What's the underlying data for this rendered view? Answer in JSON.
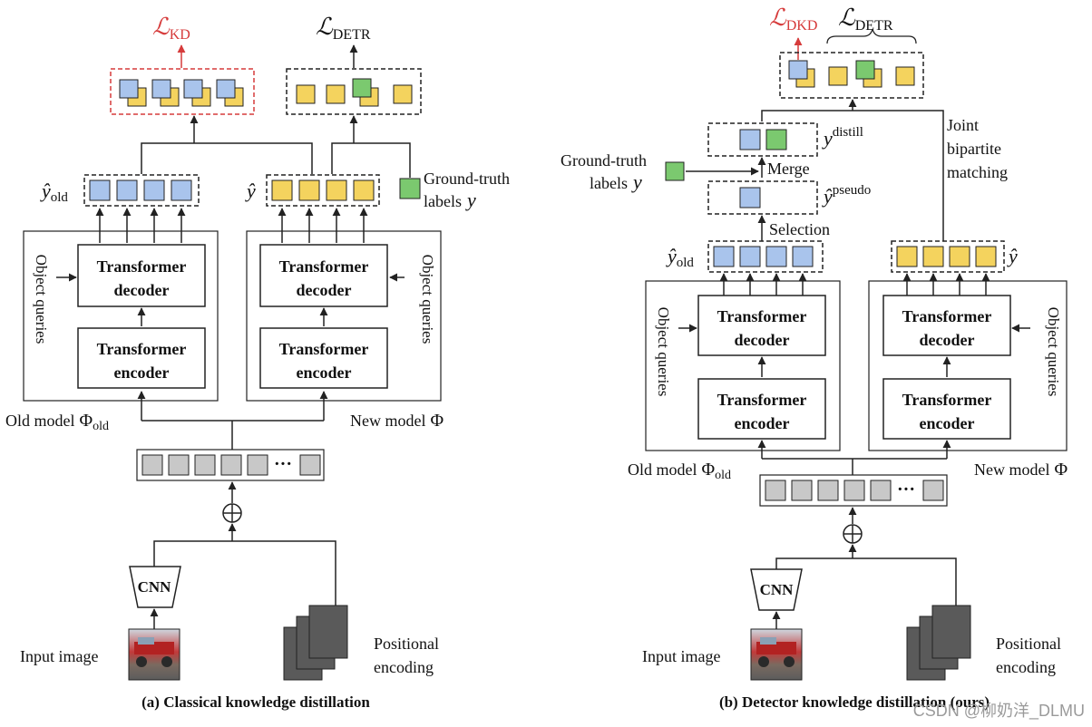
{
  "colors": {
    "blue": "#a9c4ec",
    "yellow": "#f4d35e",
    "green": "#7bc96f",
    "gray": "#c8c8c8",
    "dark_gray": "#5a5a5a",
    "red": "#d63b3b"
  },
  "left": {
    "loss_kd_main": "ℒ",
    "loss_kd_sub": "KD",
    "loss_detr_main": "ℒ",
    "loss_detr_sub": "DETR",
    "y_old_hat": "ŷ",
    "y_old_sub": "old",
    "y_hat": "ŷ",
    "ground_truth_line1": "Ground-truth",
    "ground_truth_line2": "labels",
    "ground_truth_y": "y",
    "object_queries": "Object queries",
    "decoder_line1": "Transformer",
    "decoder_line2": "decoder",
    "encoder_line1": "Transformer",
    "encoder_line2": "encoder",
    "old_model": "Old model",
    "old_model_phi": "Φ",
    "old_model_sub": "old",
    "new_model": "New model",
    "new_model_phi": "Φ",
    "dots": "···",
    "plus": "⊕",
    "cnn": "CNN",
    "input_image": "Input image",
    "positional_line1": "Positional",
    "positional_line2": "encoding",
    "caption": "(a) Classical knowledge distillation"
  },
  "right": {
    "loss_dkd_main": "ℒ",
    "loss_dkd_sub": "DKD",
    "loss_detr_main": "ℒ",
    "loss_detr_sub": "DETR",
    "y_distill": "y",
    "y_distill_sup": "distill",
    "merge": "Merge",
    "ground_truth_line1": "Ground-truth",
    "ground_truth_line2": "labels",
    "ground_truth_y": "y",
    "y_pseudo_hat": "ŷ",
    "y_pseudo_sup": "pseudo",
    "selection": "Selection",
    "joint_line1": "Joint",
    "joint_line2": "bipartite",
    "joint_line3": "matching",
    "y_old_hat": "ŷ",
    "y_old_sub": "old",
    "y_hat": "ŷ",
    "object_queries": "Object queries",
    "decoder_line1": "Transformer",
    "decoder_line2": "decoder",
    "encoder_line1": "Transformer",
    "encoder_line2": "encoder",
    "old_model": "Old model",
    "old_model_phi": "Φ",
    "old_model_sub": "old",
    "new_model": "New model",
    "new_model_phi": "Φ",
    "dots": "···",
    "plus": "⊕",
    "cnn": "CNN",
    "input_image": "Input image",
    "positional_line1": "Positional",
    "positional_line2": "encoding",
    "caption": "(b) Detector knowledge distillation (ours)"
  },
  "watermark": "CSDN @柳奶洋_DLMU"
}
